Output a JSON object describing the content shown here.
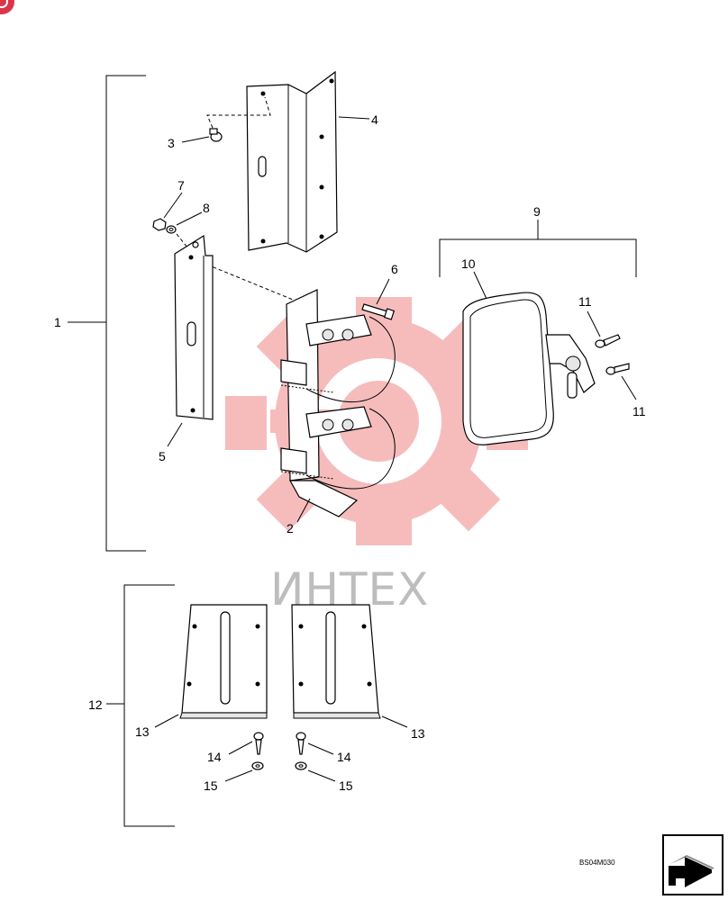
{
  "callouts": {
    "c1": "1",
    "c2": "2",
    "c3": "3",
    "c4": "4",
    "c5": "5",
    "c6": "6",
    "c7": "7",
    "c8": "8",
    "c9": "9",
    "c10": "10",
    "c11a": "11",
    "c11b": "11",
    "c12": "12",
    "c13a": "13",
    "c13b": "13",
    "c14a": "14",
    "c14b": "14",
    "c15a": "15",
    "c15b": "15"
  },
  "drawing_code": "BS04M030",
  "watermark": {
    "text": "ИНТЕХ",
    "color": "#f08080"
  },
  "icons": {
    "corner_badge": "red-circle-icon",
    "nav_arrow": "next-page-arrow-icon"
  }
}
